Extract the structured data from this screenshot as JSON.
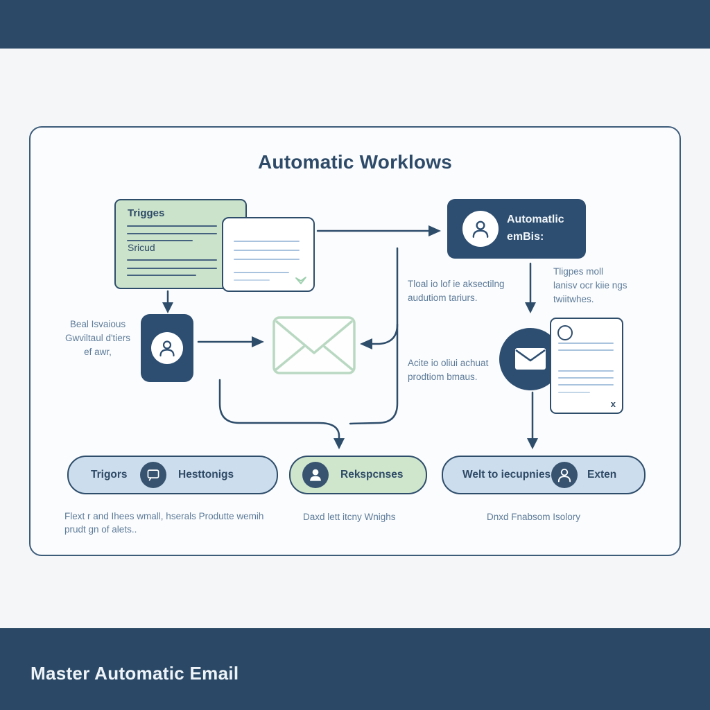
{
  "title": "Automatic Worklows",
  "footer": {
    "label": "Master Automatic Email"
  },
  "trigger_card": {
    "title": "Trigges",
    "subtitle": "Sricud"
  },
  "automatic_emails_box": {
    "line1": "Automatlic",
    "line2": "emBis:"
  },
  "notes": {
    "left": [
      "Beal Isvaious",
      "Gwviltaul d'tiers",
      "ef awr,"
    ],
    "center_top": [
      "Tloal io lof ie aksectilng",
      "audutiom tariurs."
    ],
    "center_bottom": [
      "Acite io oliui achuat",
      "prodtiom bmaus."
    ],
    "right": [
      "Tligpes moll",
      "lanisv ocr kiie ngs",
      "twiitwhes."
    ]
  },
  "pills": {
    "triggers": {
      "left_label": "Trigors",
      "right_label": "Hesttonigs"
    },
    "responses": {
      "label": "Rekspcnses"
    },
    "recipients": {
      "left_label": "Welt to iecupnies",
      "right_label": "Exten"
    }
  },
  "captions": {
    "left_line1": "Flext r and Ihees wmall, hserals Produtte wemih",
    "left_line2": "prudt gn of alets..",
    "center": "Daxd lett itcny Wnighs",
    "right": "Dnxd Fnabsom Isolory"
  },
  "right_card": {
    "corner_label": "x"
  },
  "colors": {
    "top_bar": "#2c4a68",
    "footer_bar": "#2b4966",
    "navy_line": "#2e4d6b",
    "dark_node": "#2d4e71",
    "green_fill": "#cbe2cb",
    "green_pill": "#cfe6cd",
    "blue_pill": "#ccdded",
    "card_line_blue": "#a9c3de",
    "envelope_green": "#b9d8c2",
    "note_text": "#5d7b9a"
  }
}
